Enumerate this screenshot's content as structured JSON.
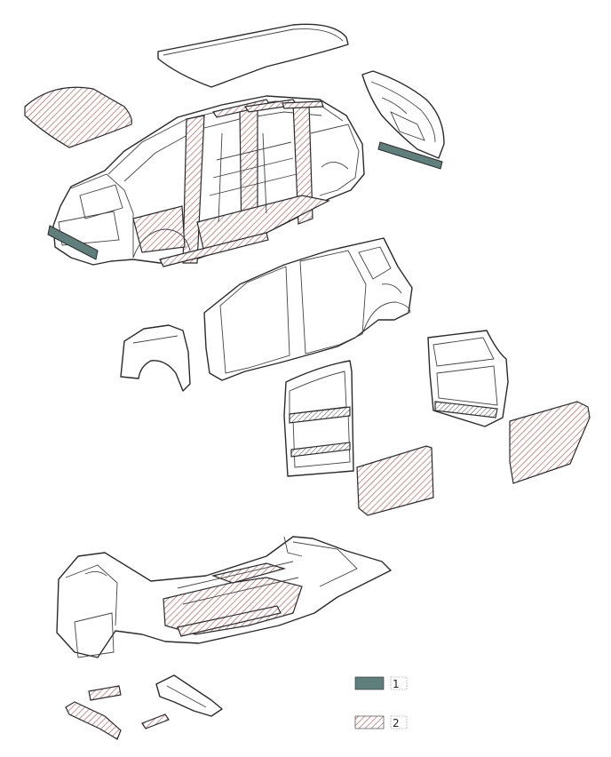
{
  "colors": {
    "legend_1": "#5f7f7c",
    "legend_2_hatch": "#a85a5a",
    "outline": "#2b2b2b"
  },
  "legend": [
    {
      "key": "1",
      "swatch": "solid-teal"
    },
    {
      "key": "2",
      "swatch": "red-hatch"
    }
  ]
}
